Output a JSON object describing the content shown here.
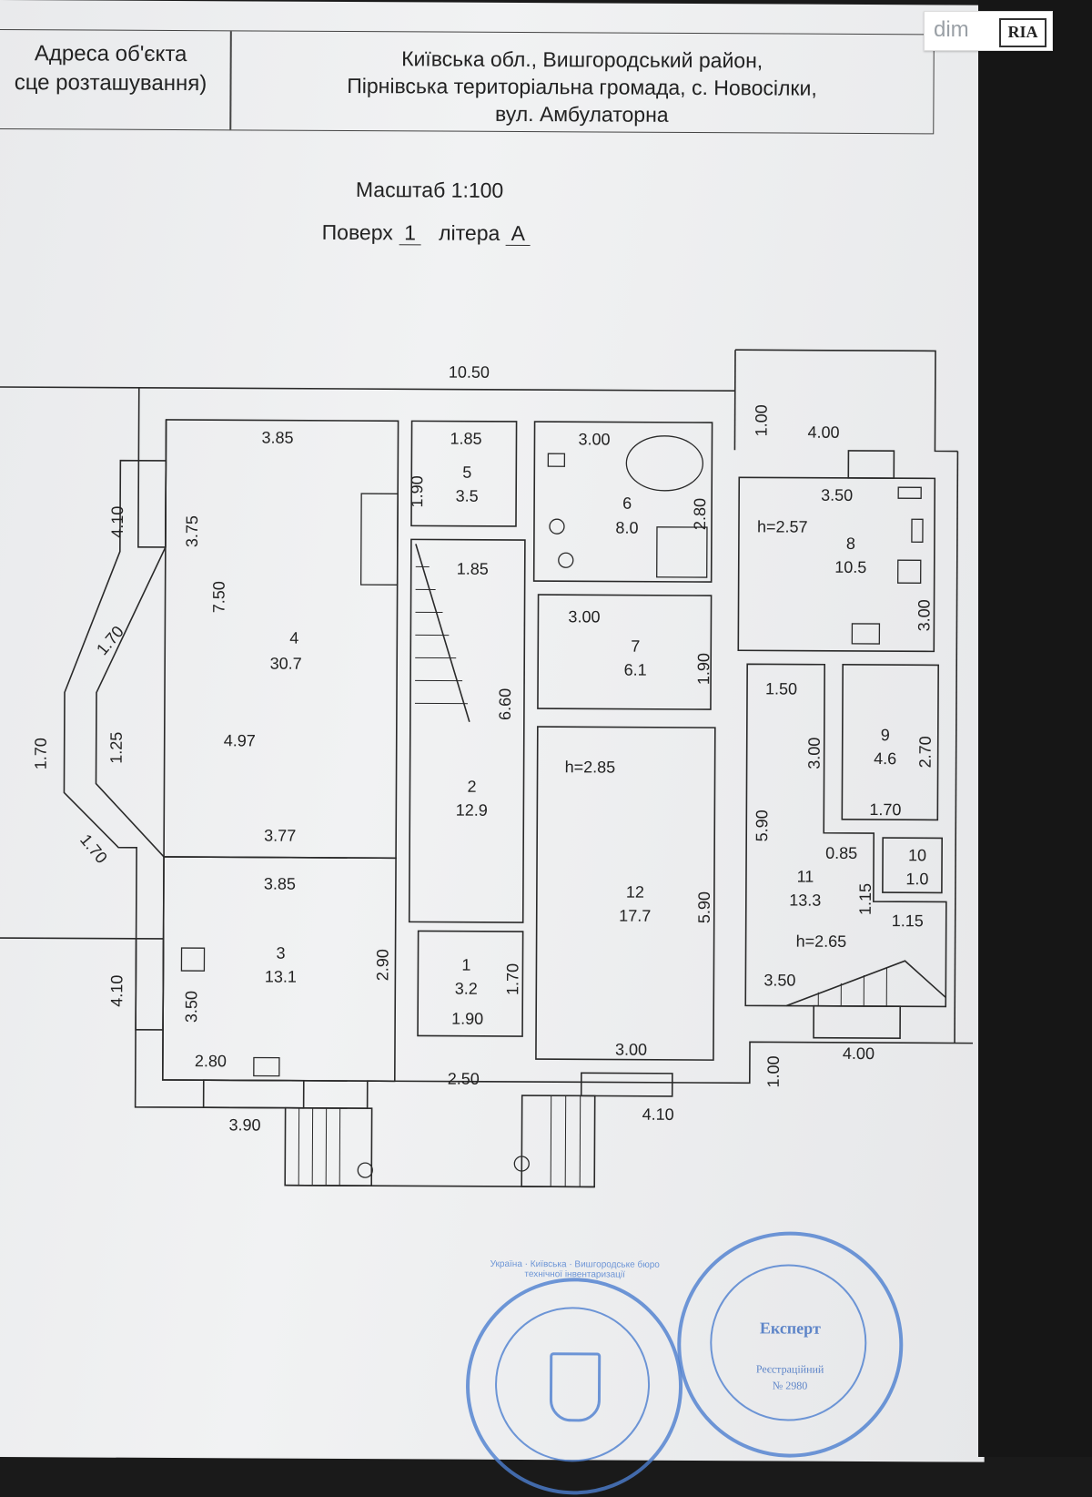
{
  "header": {
    "top_title": "...ПОВЕРХ",
    "address_label_line1": "Адреса об'єкта",
    "address_label_line2": "сце розташування)",
    "address_line1": "Київська обл., Вишгородський район,",
    "address_line2": "Пірнівська територіальна громада, с. Новосілки,",
    "address_line3": "вул. Амбулаторна"
  },
  "scale_label": "Масштаб 1:100",
  "floor": {
    "label": "Поверх",
    "number": "1",
    "letter_label": "літера",
    "letter": "А"
  },
  "rooms": [
    {
      "number": "1",
      "area": "3.2"
    },
    {
      "number": "2",
      "area": "12.9"
    },
    {
      "number": "3",
      "area": "13.1"
    },
    {
      "number": "4",
      "area": "30.7"
    },
    {
      "number": "5",
      "area": "3.5"
    },
    {
      "number": "6",
      "area": "8.0"
    },
    {
      "number": "7",
      "area": "6.1"
    },
    {
      "number": "8",
      "area": "10.5"
    },
    {
      "number": "9",
      "area": "4.6"
    },
    {
      "number": "10",
      "area": "1.0"
    },
    {
      "number": "11",
      "area": "13.3"
    },
    {
      "number": "12",
      "area": "17.7"
    }
  ],
  "heights": {
    "h1": "h=2.57",
    "h2": "h=2.85",
    "h3": "h=2.65"
  },
  "dimensions": {
    "overall_top": "10.50",
    "d_385a": "3.85",
    "d_185a": "1.85",
    "d_300a": "3.00",
    "d_100a": "1.00",
    "d_400a": "4.00",
    "d_350a": "3.50",
    "d_410a": "4.10",
    "d_375": "3.75",
    "d_190a": "1.90",
    "d_280": "2.80",
    "d_750": "7.50",
    "d_170a": "1.70",
    "d_185b": "1.85",
    "d_300b": "3.00",
    "d_300c": "3.00",
    "d_125": "1.25",
    "d_170b": "1.70",
    "d_497": "4.97",
    "d_660": "6.60",
    "d_190b": "1.90",
    "d_150": "1.50",
    "d_300d": "3.00",
    "d_270": "2.70",
    "d_285": "h=2.85",
    "d_590a": "5.90",
    "d_170c": "1.70",
    "d_377": "3.77",
    "d_085": "0.85",
    "d_385b": "3.85",
    "d_170d": "1.70",
    "d_115a": "1.15",
    "d_115b": "1.15",
    "d_290": "2.90",
    "d_590b": "5.90",
    "d_410b": "4.10",
    "d_350b": "3.50",
    "d_170e": "1.70",
    "d_350c": "3.50",
    "d_190c": "1.90",
    "d_280b": "2.80",
    "d_300e": "3.00",
    "d_100b": "1.00",
    "d_400b": "4.00",
    "d_250": "2.50",
    "d_390": "3.90",
    "d_410c": "4.10"
  },
  "watermark": {
    "site": "dim",
    "brand": "RIA"
  },
  "stamps": {
    "left_text": "Україна · Київська · Вишгородське бюро технічної інвентаризації",
    "right_title": "Експерт",
    "right_reg": "Реєстраційний",
    "right_num": "№ 2980"
  }
}
